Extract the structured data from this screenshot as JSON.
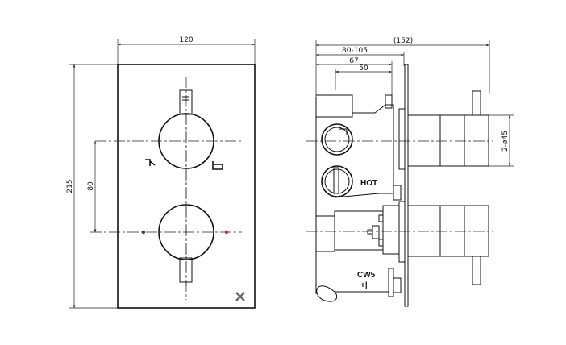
{
  "front_view": {
    "width_dim": "120",
    "height_dim": "215",
    "knob_spacing_dim": "80",
    "cold_dot_color": "#1f3fa8",
    "hot_dot_color": "#e0202a",
    "icons": [
      "shower-icon",
      "bath-icon",
      "brand-x-logo"
    ]
  },
  "side_view": {
    "overall_depth_dim": "(152)",
    "wall_depth_dim": "80-105",
    "dim_67": "67",
    "dim_50": "50",
    "knob_diameter_dim": "2-ø45",
    "hot_label": "HOT",
    "cw5_label": "CW5",
    "cw5_symbol": "+|"
  }
}
